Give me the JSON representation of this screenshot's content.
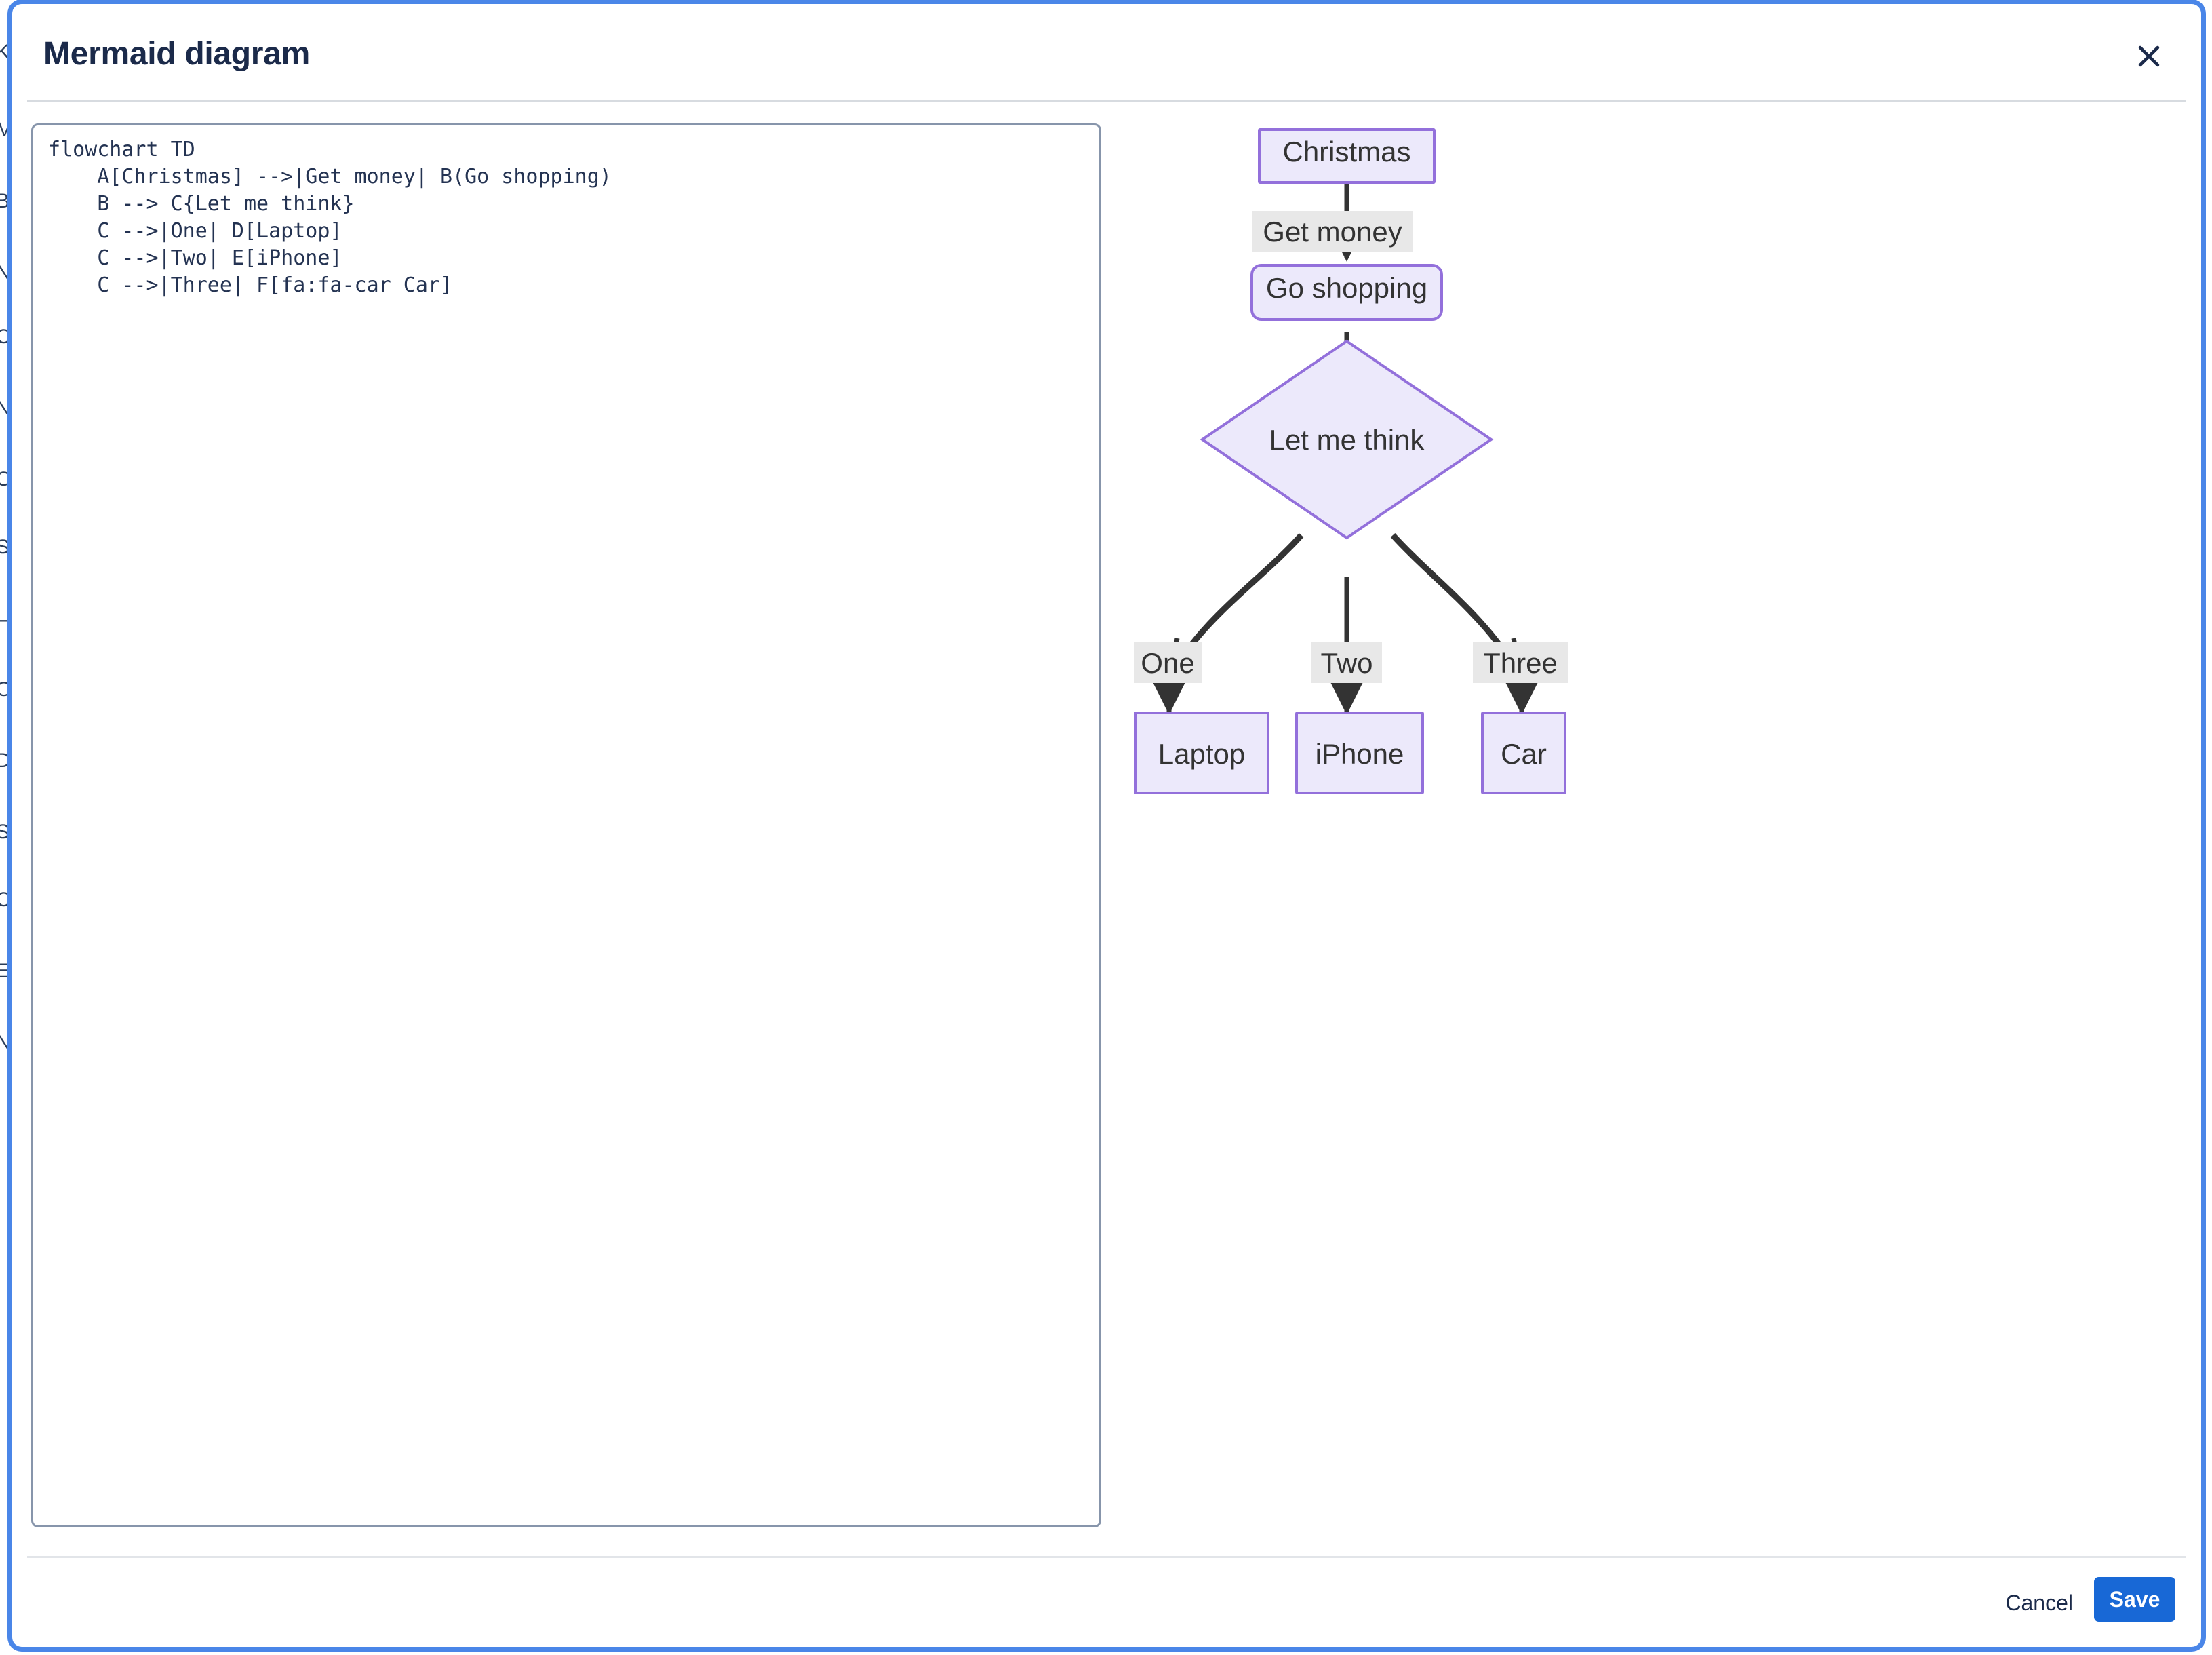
{
  "dialog": {
    "title": "Mermaid diagram",
    "close_icon": "close-icon"
  },
  "editor": {
    "code": "flowchart TD\n    A[Christmas] -->|Get money| B(Go shopping)\n    B --> C{Let me think}\n    C -->|One| D[Laptop]\n    C -->|Two| E[iPhone]\n    C -->|Three| F[fa:fa-car Car]",
    "placeholder": ""
  },
  "footer": {
    "cancel_label": "Cancel",
    "save_label": "Save"
  },
  "colors": {
    "accent": "#1868d6",
    "focus_ring": "#4a86e8",
    "node_fill": "#ece9fb",
    "node_stroke": "#9370db",
    "edge_stroke": "#333333",
    "edge_label_bg": "#e8e8e8",
    "text": "#333333",
    "title": "#1b2a4a"
  },
  "chart_data": {
    "type": "diagram",
    "diagram_kind": "flowchart",
    "direction": "TD",
    "title": "",
    "nodes": [
      {
        "id": "A",
        "label": "Christmas",
        "shape": "rect"
      },
      {
        "id": "B",
        "label": "Go shopping",
        "shape": "round"
      },
      {
        "id": "C",
        "label": "Let me think",
        "shape": "diamond"
      },
      {
        "id": "D",
        "label": "Laptop",
        "shape": "rect"
      },
      {
        "id": "E",
        "label": "iPhone",
        "shape": "rect"
      },
      {
        "id": "F",
        "label": "Car",
        "shape": "rect",
        "icon": "fa:fa-car"
      }
    ],
    "edges": [
      {
        "from": "A",
        "to": "B",
        "label": "Get money"
      },
      {
        "from": "B",
        "to": "C",
        "label": ""
      },
      {
        "from": "C",
        "to": "D",
        "label": "One"
      },
      {
        "from": "C",
        "to": "E",
        "label": "Two"
      },
      {
        "from": "C",
        "to": "F",
        "label": "Three"
      }
    ],
    "node_labels": [
      "Christmas",
      "Go shopping",
      "Let me think",
      "Laptop",
      "iPhone",
      "Car"
    ],
    "edge_labels": [
      "Get money",
      "One",
      "Two",
      "Three"
    ]
  },
  "background": {
    "lines": [
      "Ka",
      "M",
      "B",
      "N",
      "Ca",
      "N",
      "C",
      "Sp",
      "H",
      "O",
      "D",
      "Se",
      "C",
      "E",
      "N"
    ]
  }
}
